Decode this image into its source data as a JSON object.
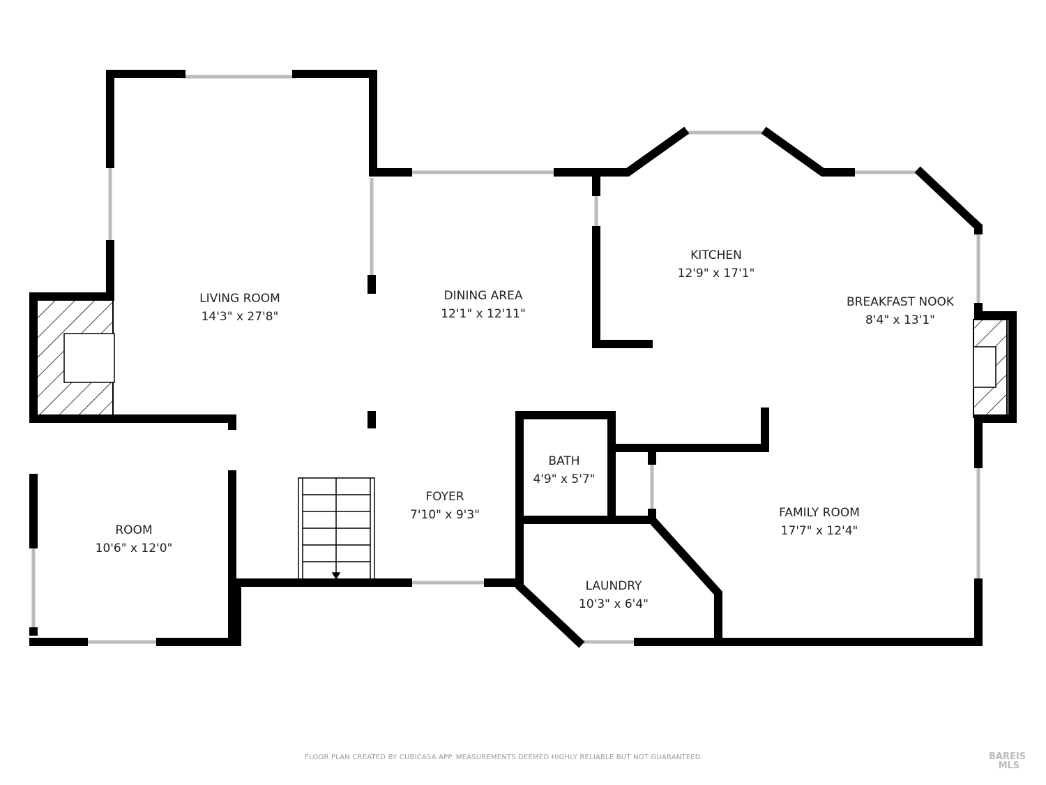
{
  "rooms": [
    {
      "name": "LIVING ROOM",
      "dims": "14'3\" x 27'8\""
    },
    {
      "name": "DINING AREA",
      "dims": "12'1\" x 12'11\""
    },
    {
      "name": "KITCHEN",
      "dims": "12'9\" x 17'1\""
    },
    {
      "name": "BREAKFAST NOOK",
      "dims": "8'4\" x 13'1\""
    },
    {
      "name": "ROOM",
      "dims": "10'6\" x 12'0\""
    },
    {
      "name": "FOYER",
      "dims": "7'10\" x 9'3\""
    },
    {
      "name": "BATH",
      "dims": "4'9\" x 5'7\""
    },
    {
      "name": "LAUNDRY",
      "dims": "10'3\" x 6'4\""
    },
    {
      "name": "FAMILY ROOM",
      "dims": "17'7\" x 12'4\""
    }
  ],
  "footer": "FLOOR PLAN CREATED BY CUBICASA APP. MEASUREMENTS DEEMED HIGHLY RELIABLE BUT NOT GUARANTEED.",
  "watermark": "BAREIS MLS",
  "colors": {
    "wall": "#000000",
    "window": "#cccccc",
    "text": "#222222"
  }
}
